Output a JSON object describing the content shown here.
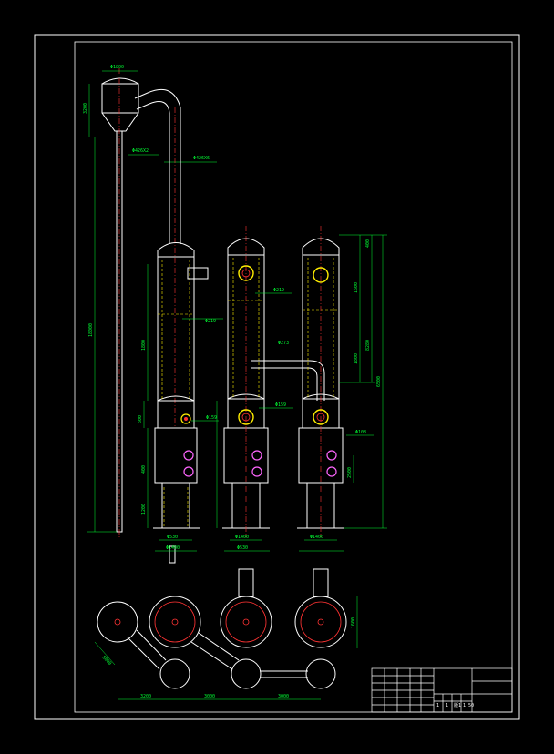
{
  "dimension_labels": {
    "top_width": "Φ1800",
    "top_height": "3200",
    "left_tall": "18000",
    "mid_1": "Φ426X2",
    "mid_2": "Φ426X6",
    "e1_h1": "1800",
    "e1_h2": "600",
    "e1_h3": "400",
    "e1_h4": "1200",
    "e1_d1": "Φ219",
    "e1_d2": "Φ159",
    "e1_b1": "Φ530",
    "e1_b2": "Φ1400",
    "e2_d1": "Φ219",
    "e2_d2": "Φ159",
    "e2_b1": "Φ1400",
    "e2_b2": "Φ530",
    "e3_b1": "Φ1400",
    "e3_pipe": "Φ273",
    "right_1": "400",
    "right_2": "1600",
    "right_3": "1800",
    "right_4": "8280",
    "right_5": "6500",
    "right_6": "Φ108",
    "right_7": "2500",
    "plan_1": "3200",
    "plan_2": "3000",
    "plan_3": "3000",
    "plan_4": "1600",
    "plan_5": "8000"
  },
  "title_block": {
    "cell_a": "1",
    "cell_b": "1",
    "cell_c": "版",
    "cell_d": "1",
    "cell_e": "1:50"
  },
  "colors": {
    "frame": "#ffffff",
    "vessel": "#ffffff",
    "dimension": "#00ff33",
    "center": "#ff3333",
    "hidden": "#ffee00",
    "nozzle": "#ff66ff",
    "annotation": "#00ffff"
  }
}
